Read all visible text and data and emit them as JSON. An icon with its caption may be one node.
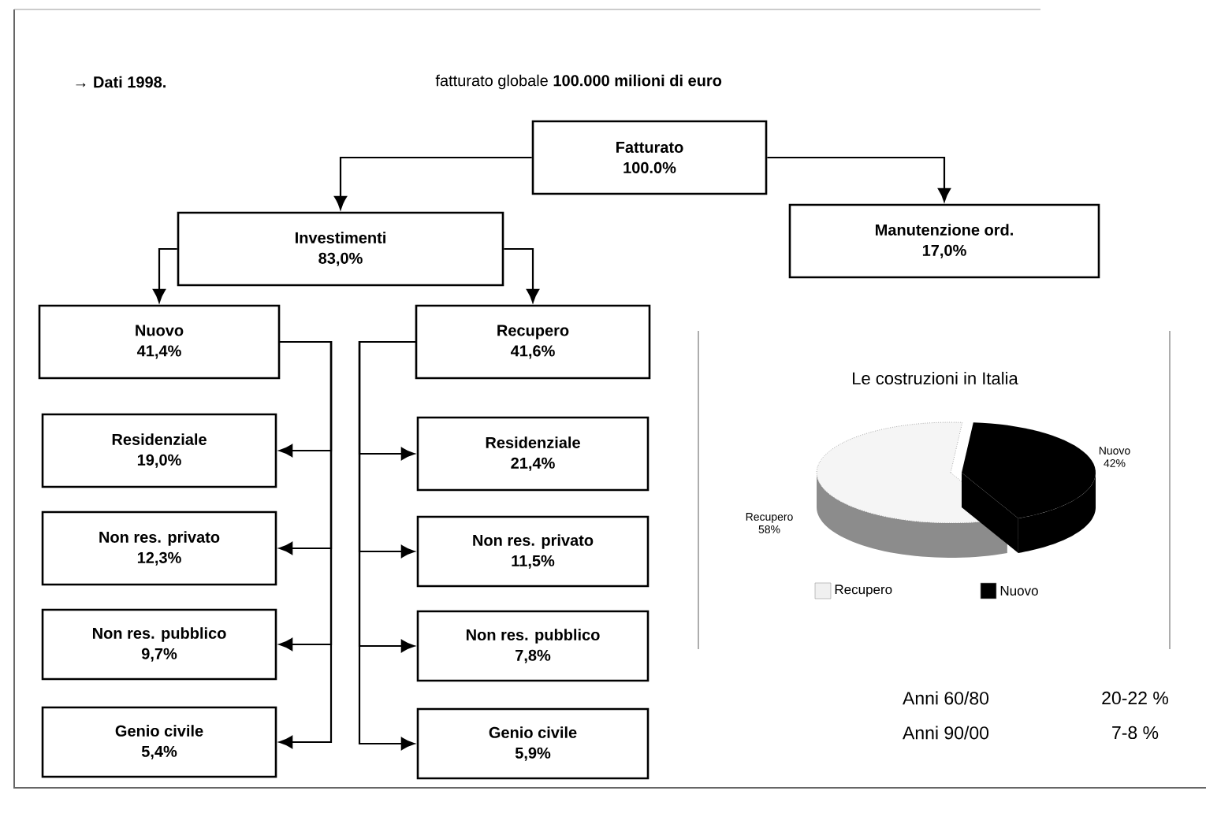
{
  "diagram": {
    "nodes": [
      {
        "text": [
          "Fatturato",
          "100.0%"
        ]
      },
      {
        "text": [
          "Investimenti",
          "83,0%"
        ]
      },
      {
        "text": [
          "Manutenzione ord.",
          "17,0%"
        ]
      },
      {
        "text": [
          "Nuovo",
          "41,4%"
        ]
      },
      {
        "text": [
          "Recupero",
          "41,6%"
        ]
      },
      {
        "text": [
          "Residenziale",
          "19,0%"
        ]
      },
      {
        "text": [
          "Non res. privato",
          "12,3%"
        ]
      },
      {
        "text": [
          "Non res. pubblico",
          "9,7%"
        ]
      },
      {
        "text": [
          "Genio civile",
          "5,4%"
        ]
      },
      {
        "text": [
          "Residenziale",
          "21,4%"
        ]
      },
      {
        "text": [
          "Non res. privato",
          "11,5%"
        ]
      },
      {
        "text": [
          "Non res. pubblico",
          "7,8%"
        ]
      },
      {
        "text": [
          "Genio civile",
          "5,9%"
        ]
      }
    ],
    "edges": [
      {
        "from": 0,
        "to": 1,
        "arrow": "to"
      },
      {
        "from": 0,
        "to": 2,
        "arrow": "to"
      },
      {
        "from": 1,
        "to": 3,
        "arrow": "to"
      },
      {
        "from": 1,
        "to": 4,
        "arrow": "to"
      },
      {
        "from": 3,
        "to": 5,
        "arrow": "to"
      },
      {
        "from": 3,
        "to": 6,
        "arrow": "to"
      },
      {
        "from": 3,
        "to": 7,
        "arrow": "to"
      },
      {
        "from": 3,
        "to": 8,
        "arrow": "to"
      },
      {
        "from": 4,
        "to": 9,
        "arrow": "to"
      },
      {
        "from": 4,
        "to": 10,
        "arrow": "to"
      },
      {
        "from": 4,
        "to": 11,
        "arrow": "to"
      },
      {
        "from": 4,
        "to": 12,
        "arrow": "to"
      }
    ],
    "labels": [
      "→ Dati 1998.",
      "fatturato globale **100.000 milioni di euro**",
      "Le costruzioni in Italia",
      "Nuovo 42%",
      "Recupero 58%",
      "Anni 60/80",
      "20-22 %",
      "Anni 90/00",
      "7-8 %"
    ],
    "legend": [
      {
        "text": "Recupero",
        "color": "#f0f0f0"
      },
      {
        "text": "Nuovo",
        "color": "#000000"
      }
    ]
  }
}
